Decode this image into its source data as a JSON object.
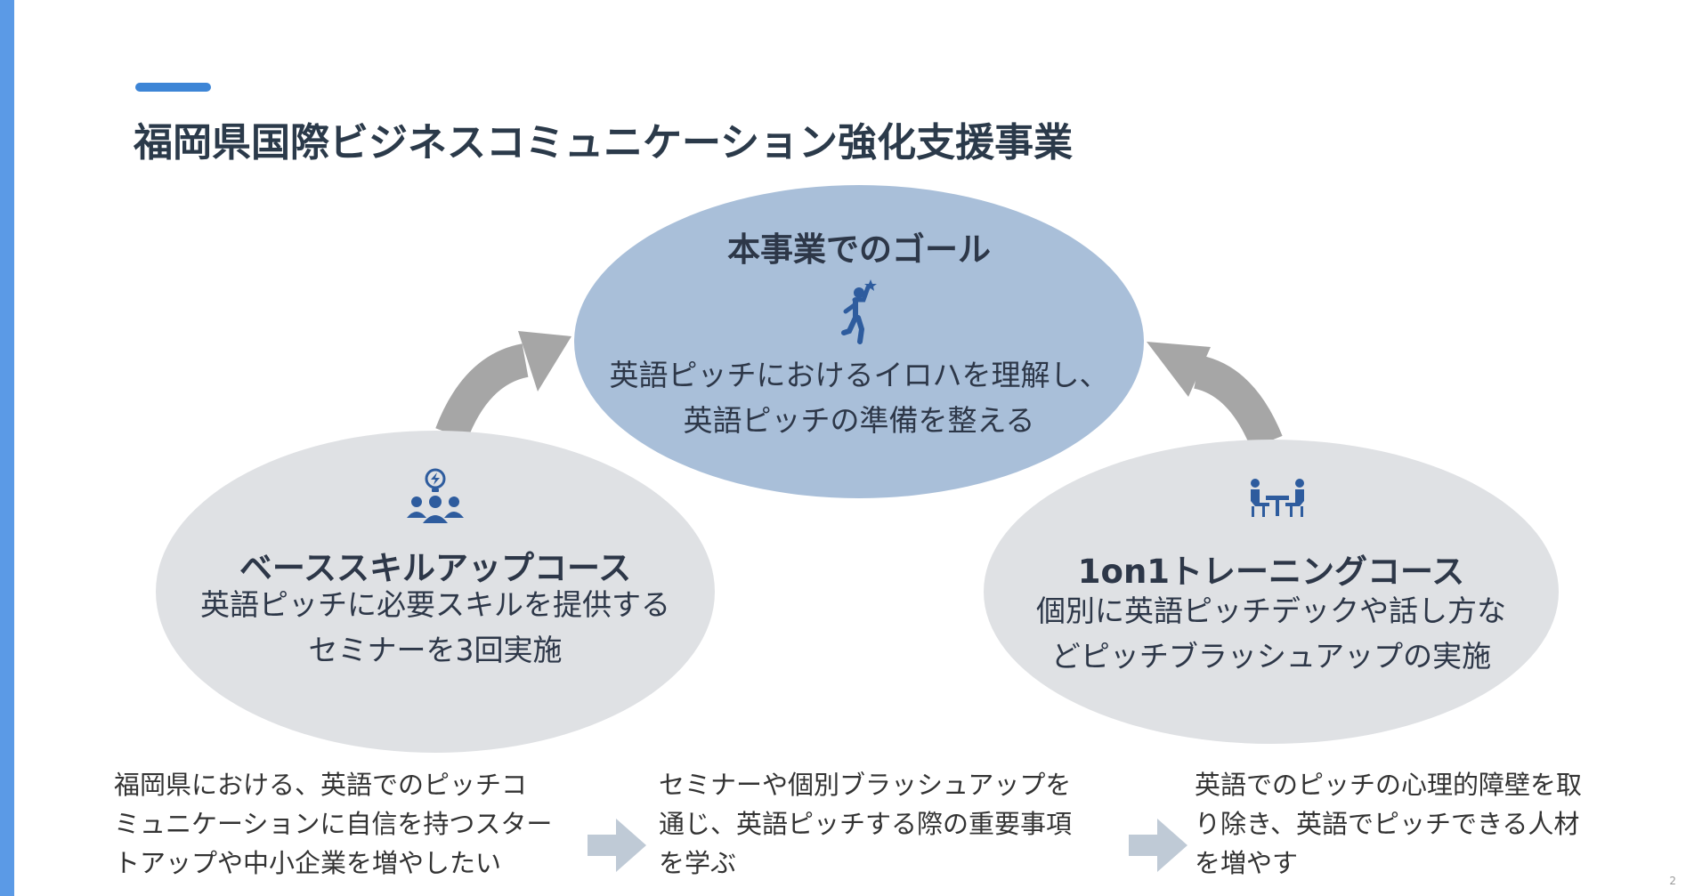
{
  "title": "福岡県国際ビジネスコミュニケーション強化支援事業",
  "goal": {
    "heading": "本事業でのゴール",
    "line1": "英語ピッチにおけるイロハを理解し、",
    "line2": "英語ピッチの準備を整える",
    "icon": "reaching-star-icon"
  },
  "base_course": {
    "heading": "ベーススキルアップコース",
    "line1": "英語ピッチに必要スキルを提供する",
    "line2": "セミナーを3回実施",
    "icon": "team-idea-icon"
  },
  "oneonone_course": {
    "heading": "1on1トレーニングコース",
    "line1": "個別に英語ピッチデックや話し方な",
    "line2": "どピッチブラッシュアップの実施",
    "icon": "meeting-icon"
  },
  "flow": [
    {
      "lines": [
        "福岡県における、英語でのピッチコ",
        "ミュニケーションに自信を持つスター",
        "トアップや中小企業を増やしたい"
      ]
    },
    {
      "lines": [
        "セミナーや個別ブラッシュアップを",
        "通じ、英語ピッチする際の重要事項",
        "を学ぶ"
      ]
    },
    {
      "lines": [
        "英語でのピッチの心理的障壁を取",
        "り除き、英語でピッチできる人材",
        "を増やす"
      ]
    }
  ],
  "page_number": "2",
  "colors": {
    "accent": "#3d85d6",
    "goal_fill": "#a9bfd9",
    "course_fill": "#dfe1e4",
    "arrow_gray": "#a6a6a6",
    "flow_arrow": "#bfcad6",
    "icon_blue": "#2e5c9e"
  }
}
